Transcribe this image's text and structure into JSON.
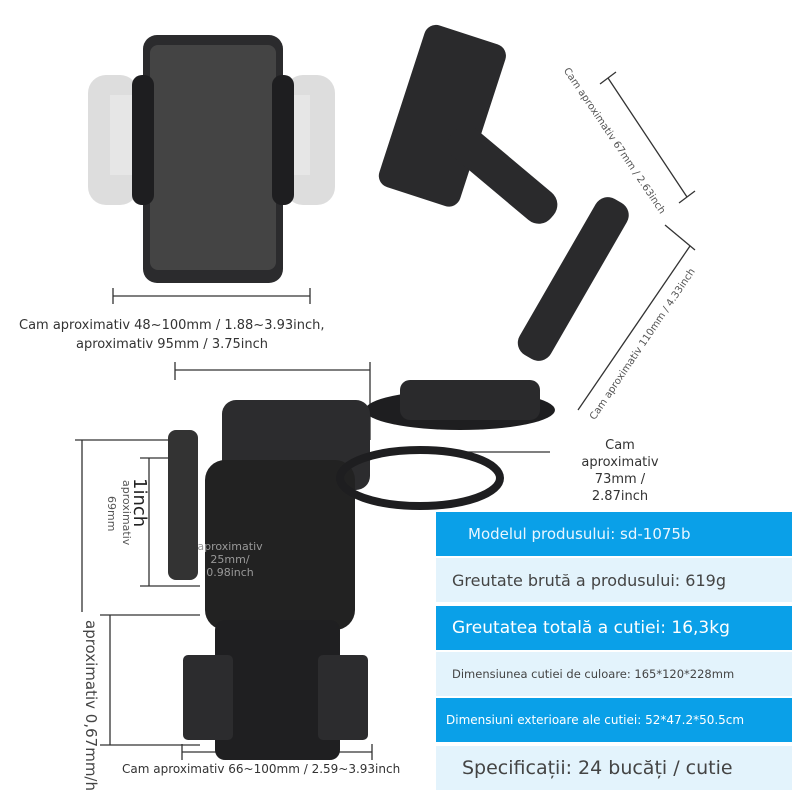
{
  "labels": {
    "phone_width": "Cam aproximativ 48~100mm / 1.88~3.93inch,",
    "phone_width_2": "aproximativ 95mm / 3.75inch",
    "arm_upper": "Cam aproximativ 67mm / 2.63inch",
    "arm_lower": "Cam aproximativ 110mm / 4.33inch",
    "tray": [
      "Cam",
      "aproximativ",
      "73mm /",
      "2.87inch"
    ],
    "cup_height_1": "1inch",
    "cup_height_2": "aproximativ",
    "cup_height_3": "69mm",
    "slot": [
      "aproximativ",
      "25mm/",
      "0.98inch"
    ],
    "base_height": "aproximativ 0,67mm/h",
    "base_width": "Cam aproximativ 66~100mm / 2.59~3.93inch"
  },
  "specs": [
    {
      "text": "Modelul produsului: sd-1075b",
      "style": "blue"
    },
    {
      "text": "Greutate brută a produsului: 619g",
      "style": "light"
    },
    {
      "text": "Greutatea totală a cutiei: 16,3kg",
      "style": "blue"
    },
    {
      "text": "Dimensiunea cutiei de culoare: 165*120*228mm",
      "style": "light"
    },
    {
      "text": "Dimensiuni exterioare ale cutiei: 52*47.2*50.5cm",
      "style": "blue"
    },
    {
      "text": "Specificații: 24 bucăți / cutie",
      "style": "light"
    }
  ],
  "colors": {
    "spec_blue": "#0aa0e8",
    "spec_light": "#e3f3fc",
    "product": "#2a2a2c"
  }
}
